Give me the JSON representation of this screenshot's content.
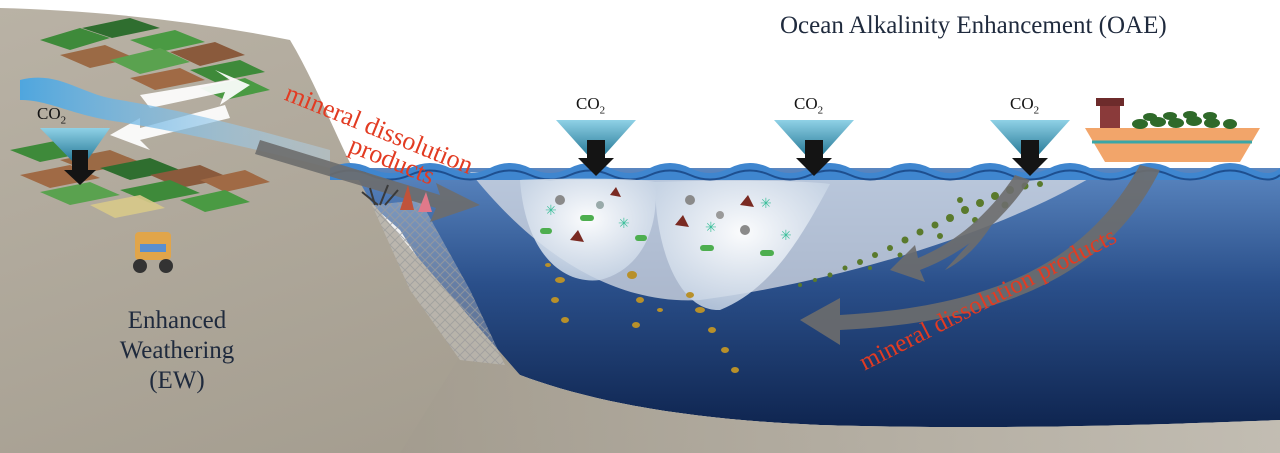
{
  "title": "Ocean Alkalinity Enhancement (OAE)",
  "enhanced_weathering_label_line1": "Enhanced",
  "enhanced_weathering_label_line2": "Weathering (EW)",
  "mineral_dissolution_top_line1": "mineral dissolution",
  "mineral_dissolution_top_line2": "products",
  "mineral_dissolution_bottom": "mineral dissolution products",
  "co2_base": "CO",
  "co2_sub": "2",
  "colors": {
    "land": "#a7a093",
    "ocean_deep": "#1d3a6b",
    "ocean_surface": "#3a7bc8",
    "label_red": "#e23b22",
    "text_dark": "#1f2a3d"
  }
}
